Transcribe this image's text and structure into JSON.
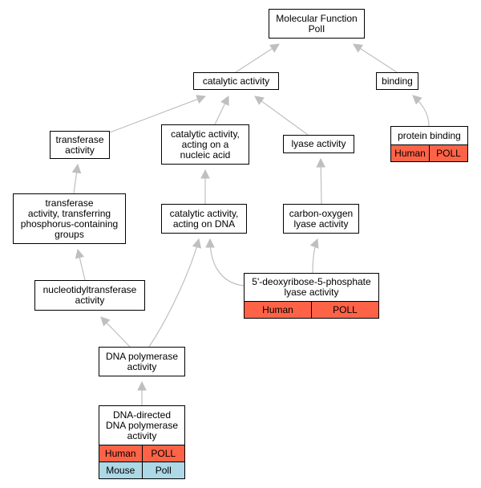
{
  "colors": {
    "edge": "#bfbfbf",
    "human": "#ff6347",
    "mouse": "#add8e6"
  },
  "nodes": {
    "root": {
      "label": "Molecular Function\nPolI"
    },
    "catalytic_activity": {
      "label": "catalytic activity"
    },
    "binding": {
      "label": "binding"
    },
    "transferase_activity": {
      "label": "transferase\nactivity"
    },
    "catalytic_nucleic": {
      "label": "catalytic activity,\nacting on a\nnucleic acid"
    },
    "lyase_activity": {
      "label": "lyase activity"
    },
    "protein_binding": {
      "label": "protein binding",
      "rows": [
        [
          "Human",
          "POLL"
        ]
      ]
    },
    "transferase_phosphorus": {
      "label": "transferase\nactivity, transferring\nphosphorus-containing\ngroups"
    },
    "catalytic_dna": {
      "label": "catalytic activity,\nacting on DNA"
    },
    "carbon_oxygen": {
      "label": "carbon-oxygen\nlyase activity"
    },
    "nucleotidyltransferase": {
      "label": "nucleotidyltransferase\nactivity"
    },
    "deoxyribose_lyase": {
      "label": "5'-deoxyribose-5-phosphate\nlyase activity",
      "rows": [
        [
          "Human",
          "POLL"
        ]
      ]
    },
    "dna_polymerase": {
      "label": "DNA polymerase\nactivity"
    },
    "dna_directed": {
      "label": "DNA-directed\nDNA polymerase\nactivity",
      "rows": [
        [
          "Human",
          "POLL"
        ],
        [
          "Mouse",
          "Poll"
        ]
      ]
    }
  }
}
